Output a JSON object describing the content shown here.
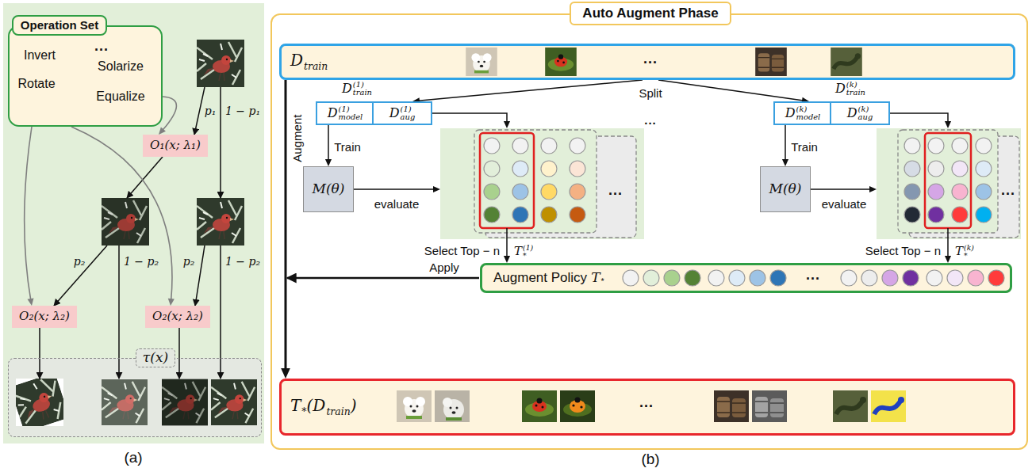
{
  "diagram": {
    "nodes": [
      {
        "text": [
          "Operation Set",
          "Invert",
          "...",
          "Solarize",
          "Rotate",
          "Equalize"
        ]
      },
      {
        "text": [
          "O₁(x; λ₁)"
        ]
      },
      {
        "text": [
          "O₂(x; λ₂)"
        ]
      },
      {
        "text": [
          "O₂(x; λ₂)"
        ]
      },
      {
        "text": [
          "τ(x)"
        ]
      },
      {
        "text": [
          "Auto Augment Phase"
        ]
      },
      {
        "text": [
          "D",
          "train",
          "..."
        ],
        "in": 5
      },
      {
        "text": [
          "D",
          "(1)",
          "train"
        ],
        "in": 5
      },
      {
        "text": [
          "D",
          "(1)",
          "model"
        ],
        "in": 7
      },
      {
        "text": [
          "D",
          "(1)",
          "aug"
        ],
        "in": 7
      },
      {
        "text": [
          "D",
          "(k)",
          "train"
        ],
        "in": 5
      },
      {
        "text": [
          "D",
          "(k)",
          "model"
        ],
        "in": 10
      },
      {
        "text": [
          "D",
          "(k)",
          "aug"
        ],
        "in": 10
      },
      {
        "text": [
          "M(θ)"
        ],
        "in": 5
      },
      {
        "text": [
          "..."
        ],
        "in": 5
      },
      {
        "text": [
          "M(θ)"
        ],
        "in": 5
      },
      {
        "text": [
          "..."
        ],
        "in": 5
      },
      {
        "text": [
          "Augment Policy",
          "T",
          "*",
          "..."
        ],
        "in": 5
      },
      {
        "text": [
          "T",
          "*",
          "(D",
          "train",
          ")",
          "..."
        ],
        "in": 5
      }
    ],
    "edges": [
      {
        "from": 0,
        "to": 1,
        "arrow": "to"
      },
      {
        "from": 0,
        "to": 2,
        "arrow": "to"
      },
      {
        "from": 0,
        "to": 3,
        "arrow": "to"
      },
      {
        "from": 6,
        "to": 7,
        "arrow": "to"
      },
      {
        "from": 6,
        "to": 10,
        "arrow": "to"
      },
      {
        "from": 8,
        "to": 13,
        "label": "Train",
        "arrow": "to"
      },
      {
        "from": 13,
        "to": 14,
        "label": "evaluate",
        "arrow": "to"
      },
      {
        "from": 9,
        "to": 14,
        "arrow": "to"
      },
      {
        "from": 14,
        "to": 17,
        "arrow": "to"
      },
      {
        "from": 11,
        "to": 15,
        "label": "Train",
        "arrow": "to"
      },
      {
        "from": 15,
        "to": 16,
        "label": "evaluate",
        "arrow": "to"
      },
      {
        "from": 12,
        "to": 16,
        "arrow": "to"
      },
      {
        "from": 16,
        "to": 17,
        "arrow": "to"
      },
      {
        "from": 6,
        "to": 18,
        "arrow": "to"
      }
    ],
    "labels": [
      "(a)",
      "(b)",
      "p₁",
      "1 − p₁",
      "p₂",
      "1 − p₂",
      "p₂",
      "1 − p₂",
      "Split",
      "...",
      "Augment",
      "Apply",
      "Select Top − n",
      "T",
      "(1)",
      "*",
      "Select Top − n",
      "T",
      "(k)",
      "*"
    ]
  }
}
